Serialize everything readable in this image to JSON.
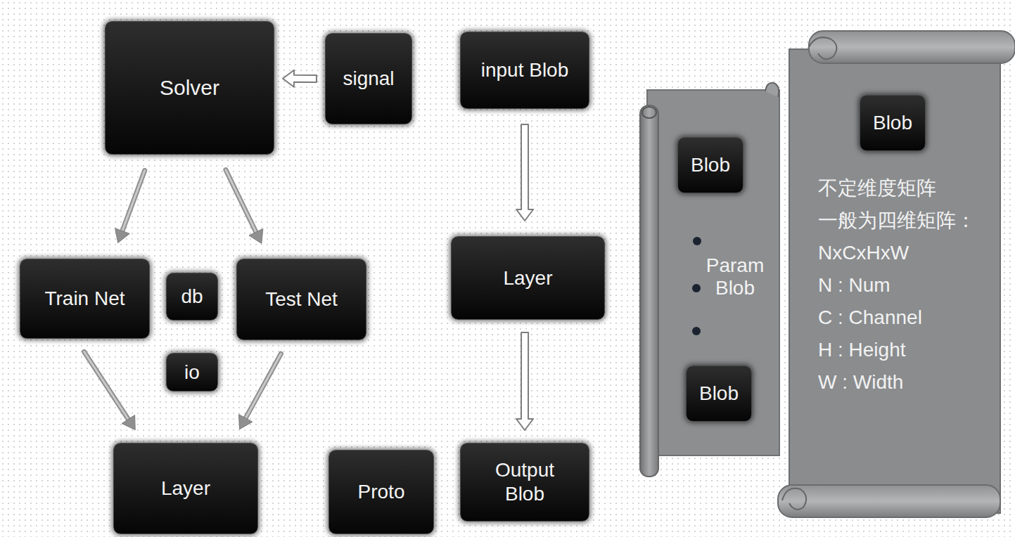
{
  "diagram": {
    "nodes": [
      {
        "text": [
          "Solver"
        ]
      },
      {
        "text": [
          "signal"
        ]
      },
      {
        "text": [
          "input Blob"
        ]
      },
      {
        "text": [
          "Param Blob"
        ]
      },
      {
        "text": [
          "Blob"
        ],
        "in": 3
      },
      {
        "text": [
          "不定维度矩阵",
          "一般为四维矩阵：",
          "NxCxHxW",
          "N : Num",
          "C : Channel",
          "H : Height",
          "W : Width"
        ]
      },
      {
        "text": [
          "Blob"
        ],
        "in": 5
      },
      {
        "text": [
          "Train Net"
        ]
      },
      {
        "text": [
          "db"
        ]
      },
      {
        "text": [
          "Test Net"
        ]
      },
      {
        "text": [
          "Layer"
        ]
      },
      {
        "text": [
          "io"
        ]
      },
      {
        "text": [
          "Blob"
        ],
        "in": 3
      },
      {
        "text": [
          "Layer"
        ]
      },
      {
        "text": [
          "Proto"
        ]
      },
      {
        "text": [
          "Output Blob"
        ]
      }
    ],
    "edges": [
      {
        "from": 1,
        "to": 0,
        "arrow": "to"
      },
      {
        "from": 0,
        "to": 7,
        "arrow": "to"
      },
      {
        "from": 0,
        "to": 9,
        "arrow": "to"
      },
      {
        "from": 7,
        "to": 13,
        "arrow": "to"
      },
      {
        "from": 9,
        "to": 13,
        "arrow": "to"
      },
      {
        "from": 2,
        "to": 10,
        "arrow": "to"
      },
      {
        "from": 10,
        "to": 15,
        "arrow": "to"
      }
    ]
  }
}
